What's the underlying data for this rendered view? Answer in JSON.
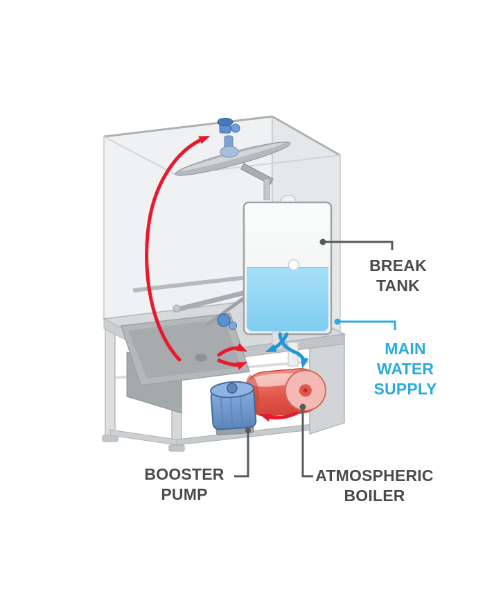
{
  "diagram": {
    "type": "cutaway-equipment-illustration",
    "labels": {
      "break_tank": "BREAK TANK",
      "main_water_supply": "MAIN WATER SUPPLY",
      "booster_pump": "BOOSTER PUMP",
      "atmospheric_boiler": "ATMOSPHERIC BOILER"
    },
    "colors": {
      "label_dark": "#4a4b4d",
      "leader_gray": "#58595b",
      "accent_cyan": "#29abe2",
      "arrow_red": "#e8192c",
      "arrow_blue": "#2097d8",
      "tank_water": "#8ed7f2",
      "boiler_red": "#e2574a",
      "pump_blue": "#6f9fd6",
      "machine_gray": "#d7dadc"
    }
  }
}
